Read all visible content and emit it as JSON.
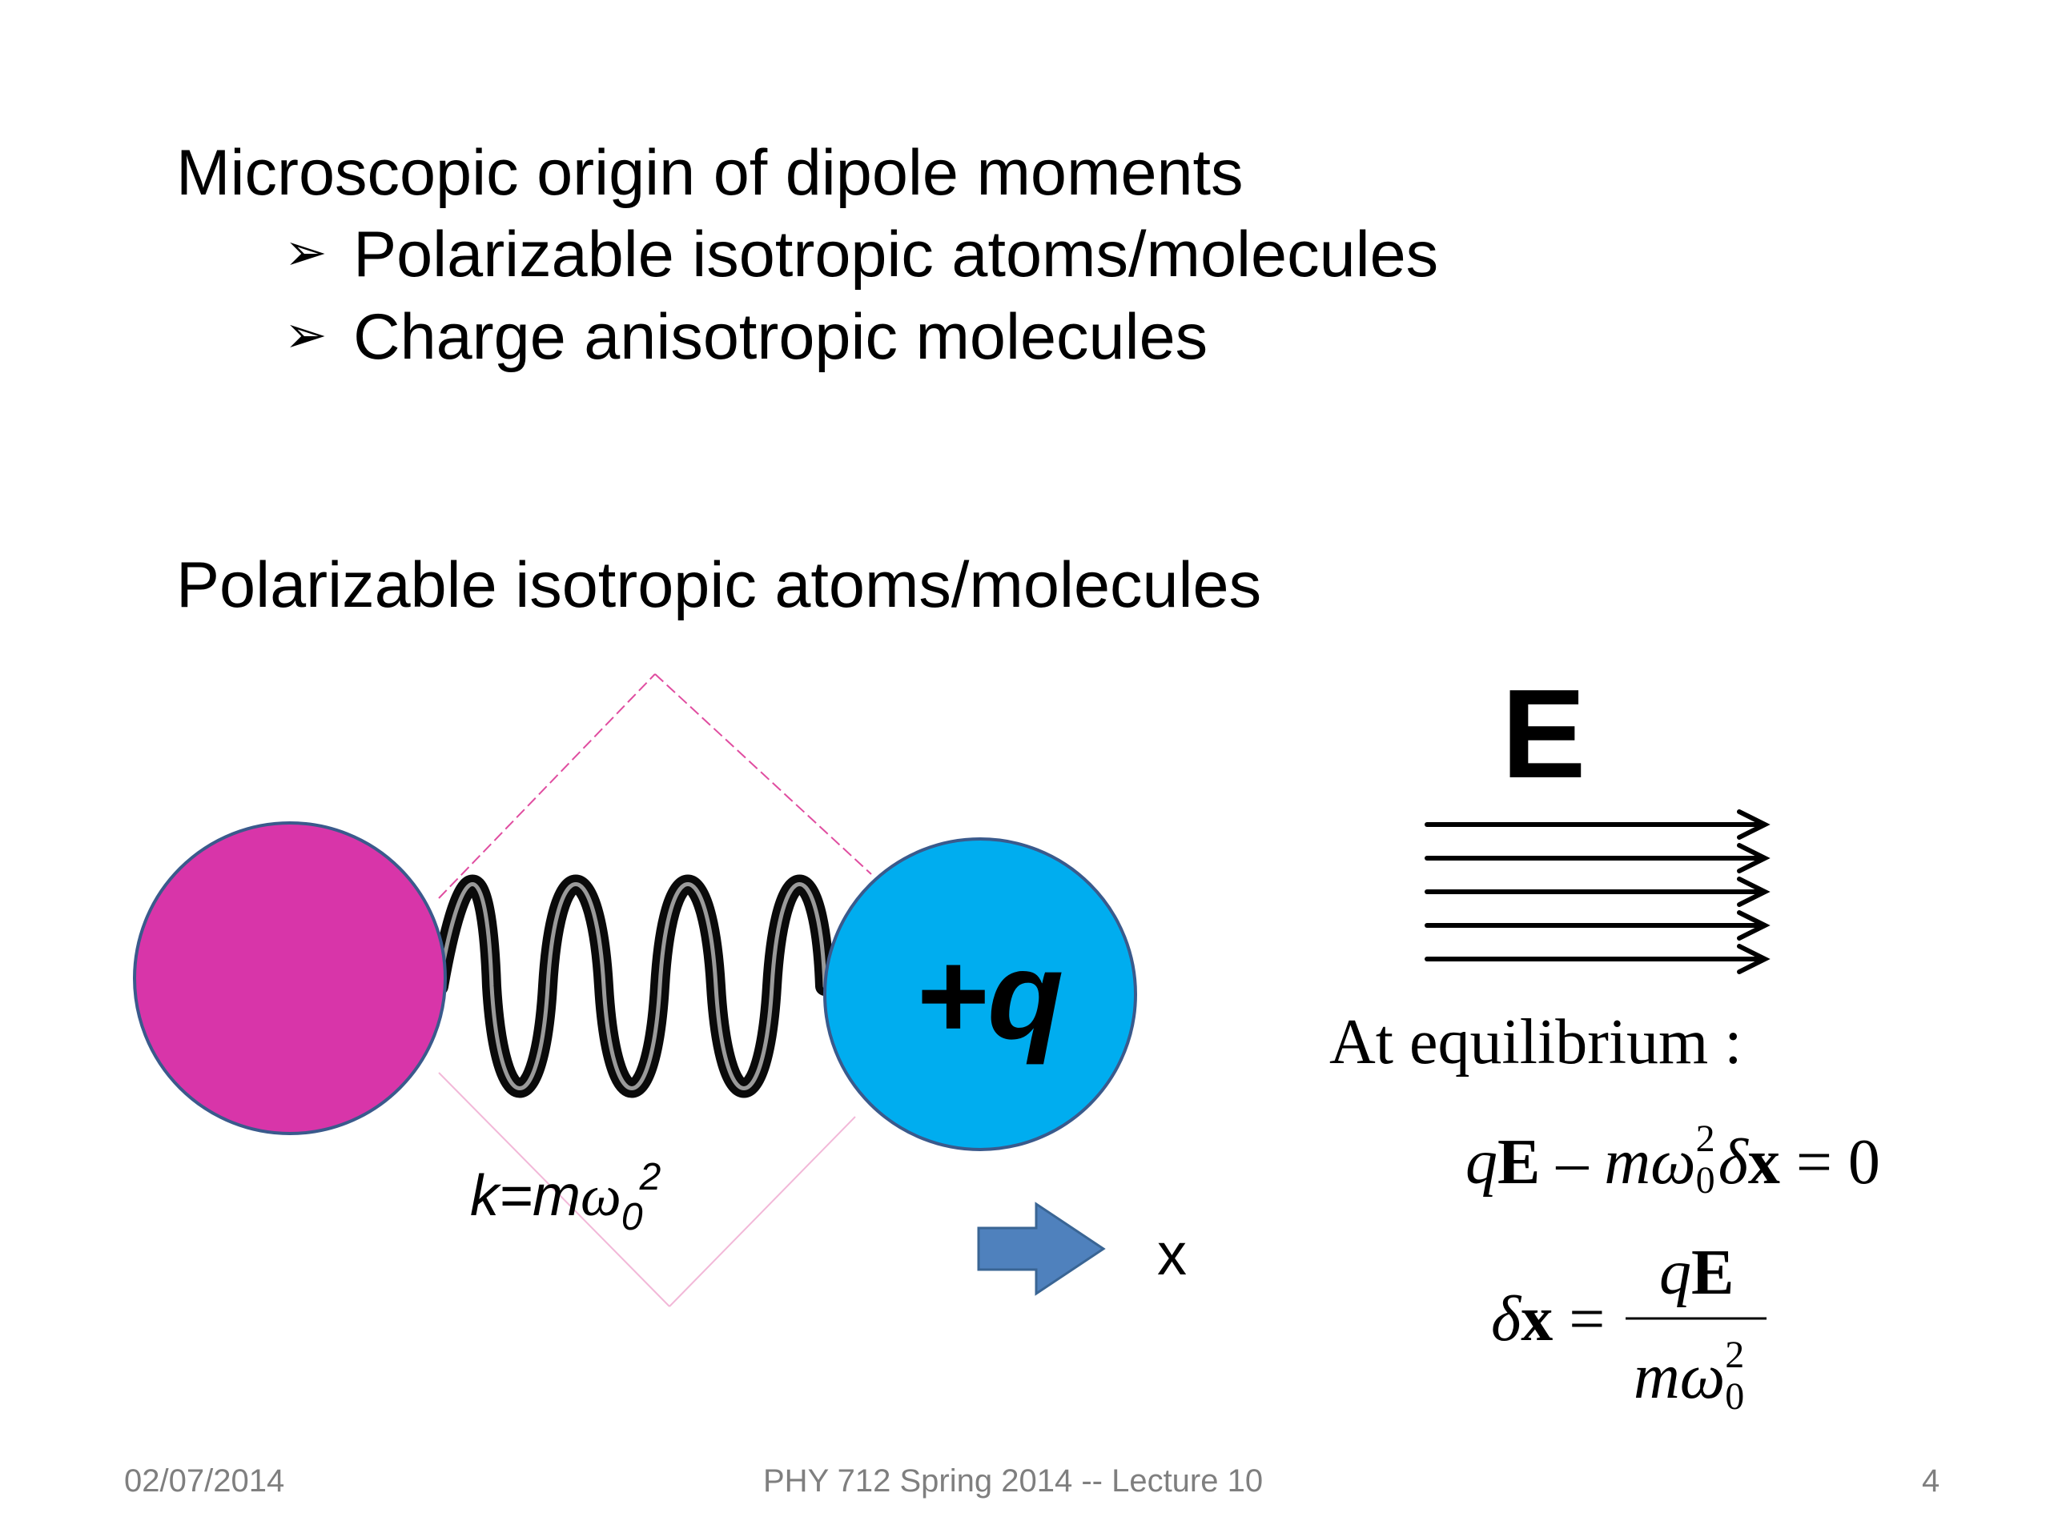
{
  "slide": {
    "title": "Microscopic origin of dipole moments",
    "bullets": [
      {
        "marker": "➢",
        "text": "Polarizable isotropic atoms/molecules"
      },
      {
        "marker": "➢",
        "text": "Charge anisotropic molecules"
      }
    ],
    "section_title": "Polarizable isotropic atoms/molecules"
  },
  "diagram": {
    "charge_label": "+q",
    "spring_label": {
      "k": "k",
      "eq": "=m",
      "omega": "ω",
      "sub": "0",
      "sup": "2"
    },
    "x_label": "x",
    "field_label": "E",
    "field_line_count": 5,
    "colors": {
      "left_ball": "#d835a9",
      "right_ball": "#00adef",
      "ball_stroke": "#3a5a8c",
      "arrow": "#4f81bd",
      "dashed": "#e04da0"
    }
  },
  "equations": {
    "heading": "At equilibrium :",
    "eq1": {
      "q": "q",
      "E": "E",
      "minus": " – ",
      "m": "m",
      "omega": "ω",
      "sub": "0",
      "sup": "2",
      "delta": "δ",
      "x": "x",
      "rhs": " = 0"
    },
    "eq2": {
      "delta": "δ",
      "x": "x",
      "eq": " = ",
      "num_q": "q",
      "num_E": "E",
      "den_m": "m",
      "den_omega": "ω",
      "den_sub": "0",
      "den_sup": "2"
    }
  },
  "footer": {
    "date": "02/07/2014",
    "course": "PHY 712  Spring 2014 -- Lecture 10",
    "page": "4"
  }
}
